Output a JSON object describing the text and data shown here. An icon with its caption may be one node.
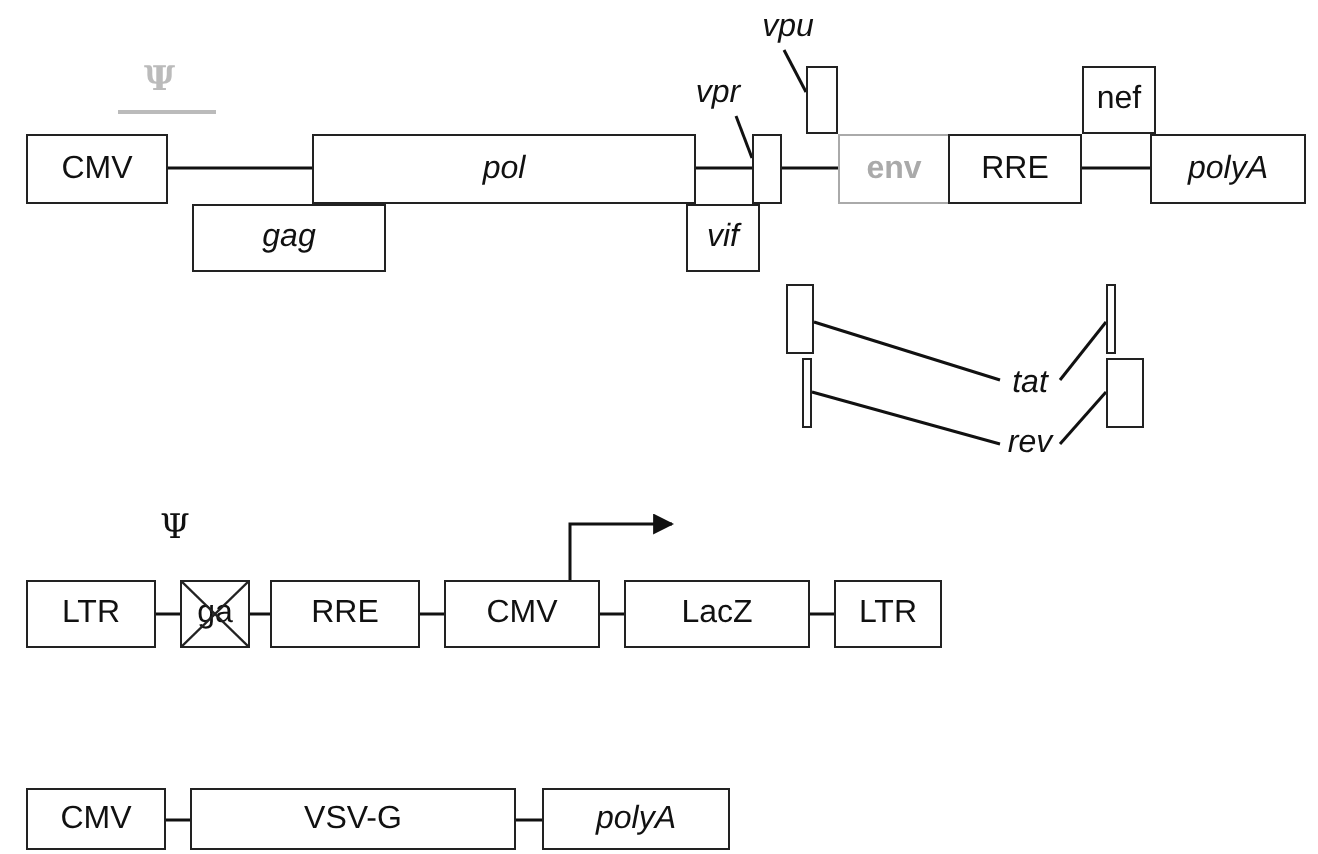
{
  "diagram": {
    "nodes": [
      {
        "text": [
          "CMV"
        ]
      },
      {
        "text": [
          "pol"
        ]
      },
      {
        "text": [
          "gag"
        ]
      },
      {
        "text": [
          "vif"
        ]
      },
      {
        "text": [
          "vpr"
        ]
      },
      {
        "text": [],
        "shape": "box"
      },
      {
        "text": [
          "vpu"
        ]
      },
      {
        "text": [],
        "shape": "box"
      },
      {
        "text": [
          "env"
        ]
      },
      {
        "text": [
          "RRE"
        ]
      },
      {
        "text": [
          "nef"
        ]
      },
      {
        "text": [
          "polyA"
        ]
      },
      {
        "text": [],
        "shape": "box"
      },
      {
        "text": [],
        "shape": "box"
      },
      {
        "text": [],
        "shape": "box"
      },
      {
        "text": [],
        "shape": "box"
      },
      {
        "text": [
          "tat"
        ]
      },
      {
        "text": [
          "rev"
        ]
      },
      {
        "text": [
          "LTR"
        ]
      },
      {
        "text": [
          "ga"
        ]
      },
      {
        "text": [
          "RRE"
        ]
      },
      {
        "text": [
          "CMV"
        ]
      },
      {
        "text": [
          "LacZ"
        ]
      },
      {
        "text": [
          "LTR"
        ]
      },
      {
        "text": [
          "CMV"
        ]
      },
      {
        "text": [
          "VSV-G"
        ]
      },
      {
        "text": [
          "polyA"
        ]
      }
    ],
    "edges": [
      {
        "from": 0,
        "to": 1,
        "arrow": "none"
      },
      {
        "from": 1,
        "to": 5,
        "arrow": "none"
      },
      {
        "from": 5,
        "to": 8,
        "arrow": "none"
      },
      {
        "from": 9,
        "to": 11,
        "arrow": "none"
      },
      {
        "from": 4,
        "to": 5,
        "arrow": "none"
      },
      {
        "from": 6,
        "to": 7,
        "arrow": "none"
      },
      {
        "from": 16,
        "to": 12,
        "arrow": "none"
      },
      {
        "from": 16,
        "to": 14,
        "arrow": "none"
      },
      {
        "from": 17,
        "to": 13,
        "arrow": "none"
      },
      {
        "from": 17,
        "to": 15,
        "arrow": "none"
      },
      {
        "from": 18,
        "to": 19,
        "arrow": "none"
      },
      {
        "from": 19,
        "to": 20,
        "arrow": "none"
      },
      {
        "from": 20,
        "to": 21,
        "arrow": "none"
      },
      {
        "from": 21,
        "to": 22,
        "arrow": "none"
      },
      {
        "from": 22,
        "to": 23,
        "arrow": "none"
      },
      {
        "from": 21,
        "to": null,
        "arrow": "to"
      },
      {
        "from": 24,
        "to": 25,
        "arrow": "none"
      },
      {
        "from": 25,
        "to": 26,
        "arrow": "none"
      }
    ],
    "labels": [
      "Ψ",
      "Ψ"
    ]
  }
}
